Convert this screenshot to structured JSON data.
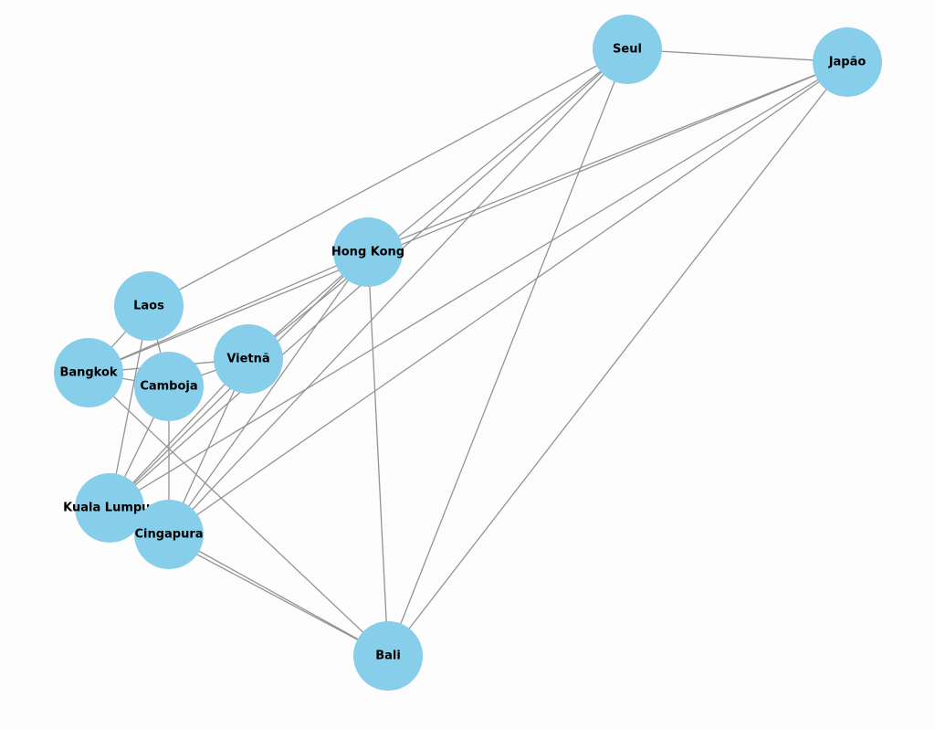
{
  "graph": {
    "node_color": "#87ceeb",
    "edge_color": "#939393",
    "nodes": [
      {
        "id": "Seul",
        "label": "Seul"
      },
      {
        "id": "Japão",
        "label": "Japão"
      },
      {
        "id": "Hong Kong",
        "label": "Hong Kong"
      },
      {
        "id": "Laos",
        "label": "Laos"
      },
      {
        "id": "Bangkok",
        "label": "Bangkok"
      },
      {
        "id": "Camboja",
        "label": "Camboja"
      },
      {
        "id": "Vietnã",
        "label": "Vietnã"
      },
      {
        "id": "Kuala Lumpur",
        "label": "Kuala Lumpur"
      },
      {
        "id": "Cingapura",
        "label": "Cingapura"
      },
      {
        "id": "Bali",
        "label": "Bali"
      }
    ],
    "edges": [
      [
        "Seul",
        "Japão"
      ],
      [
        "Seul",
        "Laos"
      ],
      [
        "Seul",
        "Vietnã"
      ],
      [
        "Seul",
        "Cingapura"
      ],
      [
        "Seul",
        "Kuala Lumpur"
      ],
      [
        "Seul",
        "Bali"
      ],
      [
        "Japão",
        "Hong Kong"
      ],
      [
        "Japão",
        "Bangkok"
      ],
      [
        "Japão",
        "Kuala Lumpur"
      ],
      [
        "Japão",
        "Cingapura"
      ],
      [
        "Japão",
        "Bali"
      ],
      [
        "Hong Kong",
        "Bangkok"
      ],
      [
        "Hong Kong",
        "Bali"
      ],
      [
        "Hong Kong",
        "Kuala Lumpur"
      ],
      [
        "Hong Kong",
        "Cingapura"
      ],
      [
        "Hong Kong",
        "Vietnã"
      ],
      [
        "Laos",
        "Bangkok"
      ],
      [
        "Laos",
        "Camboja"
      ],
      [
        "Laos",
        "Kuala Lumpur"
      ],
      [
        "Bangkok",
        "Camboja"
      ],
      [
        "Bangkok",
        "Bali"
      ],
      [
        "Bangkok",
        "Vietnã"
      ],
      [
        "Camboja",
        "Vietnã"
      ],
      [
        "Camboja",
        "Kuala Lumpur"
      ],
      [
        "Camboja",
        "Cingapura"
      ],
      [
        "Vietnã",
        "Kuala Lumpur"
      ],
      [
        "Vietnã",
        "Cingapura"
      ],
      [
        "Kuala Lumpur",
        "Cingapura"
      ],
      [
        "Kuala Lumpur",
        "Bali"
      ],
      [
        "Cingapura",
        "Bali"
      ]
    ]
  }
}
